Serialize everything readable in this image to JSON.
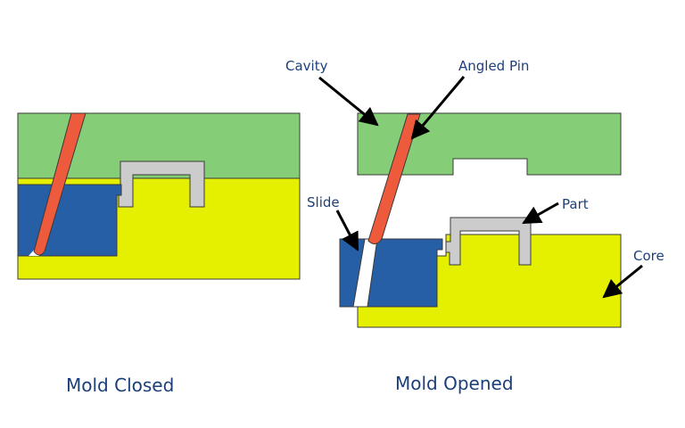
{
  "diagram": {
    "labels": {
      "cavity": "Cavity",
      "angled_pin": "Angled Pin",
      "slide": "Slide",
      "part": "Part",
      "core": "Core"
    },
    "captions": {
      "closed": "Mold Closed",
      "opened": "Mold Opened"
    },
    "colors": {
      "cavity": "#85cd77",
      "core": "#e4f000",
      "slide": "#265fa6",
      "angled_pin": "#ee5a3c",
      "part": "#cccccc",
      "outline": "#3a3a3a",
      "text": "#1c3f7a",
      "arrow": "#000000"
    }
  }
}
